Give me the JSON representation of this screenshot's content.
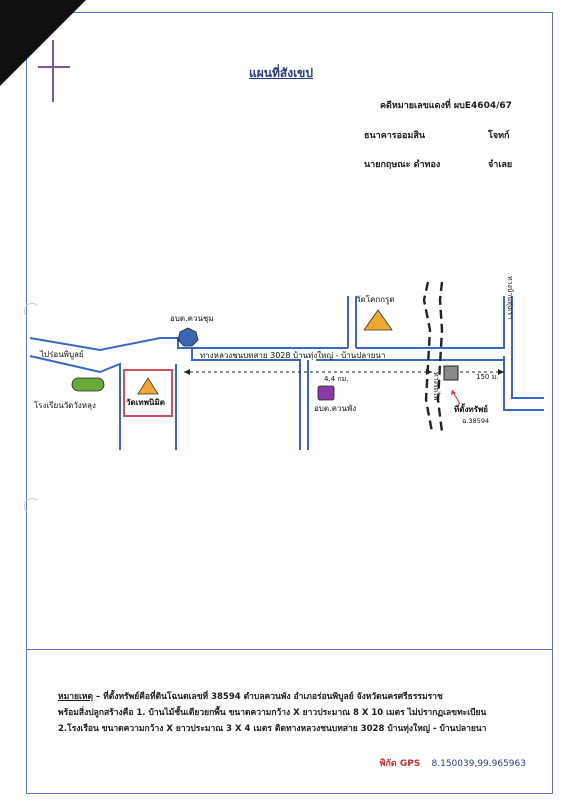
{
  "title": "แผนที่สังเขป",
  "header": {
    "case_line": "คดีหมายเลขแดงที่ ผบE4604/67",
    "plaintiff_name": "ธนาคารออมสิน",
    "plaintiff_role": "โจทก์",
    "defendant_name": "นายกฤษณะ ดำทอง",
    "defendant_role": "จำเลย"
  },
  "map": {
    "main_road": "ทางหลวงชนบทสาย 3028 บ้านทุ่งใหญ่ - บ้านปลายนา",
    "road_to_ronphibun": "ไปร่อนพิบูลย์",
    "road_to_right": "ทางบ้านทุ่งเรา",
    "rail_label": "ทางรถไฟ",
    "school": "โรงเรียนวัดวังหลุง",
    "temple_left": "วัดเทพนิมิต",
    "temple_top": "วัดโคกกรูด",
    "tao_top": "อบต.ควนชุม",
    "tao_bottom": "อบต.ควนพัง",
    "distance_long": "4.4 กม.",
    "distance_short": "150 ม.",
    "property_label": "ที่ตั้งทรัพย์",
    "property_deed": "ฉ.38594",
    "colors": {
      "property": "#8a8a8a",
      "temple": "#f0a830",
      "tao_top": "#3a66b4",
      "tao_bottom": "#8a3aa8",
      "school": "#6aaa3a",
      "road": "#3a66c8"
    }
  },
  "notes": {
    "heading": "หมายเหตุ",
    "line1": "– ที่ตั้งทรัพย์คือที่ดินโฉนดเลขที่ 38594 ตำบลควนพัง อำเภอร่อนพิบูลย์ จังหวัดนครศรีธรรมราช",
    "line2": "พร้อมสิ่งปลูกสร้างคือ 1. บ้านไม้ชั้นเดียวยกพื้น ขนาดความกว้าง X ยาวประมาณ 8 X 10 เมตร ไม่ปรากฏเลขทะเบียน",
    "line3": "2.โรงเรือน ขนาดความกว้าง X ยาวประมาณ 3 X 4 เมตร ติดทางหลวงชนบทสาย 3028 บ้านทุ่งใหญ่ - บ้านปลายนา"
  },
  "gps": {
    "label": "พิกัด GPS",
    "value": "8.150039,99.965963"
  }
}
